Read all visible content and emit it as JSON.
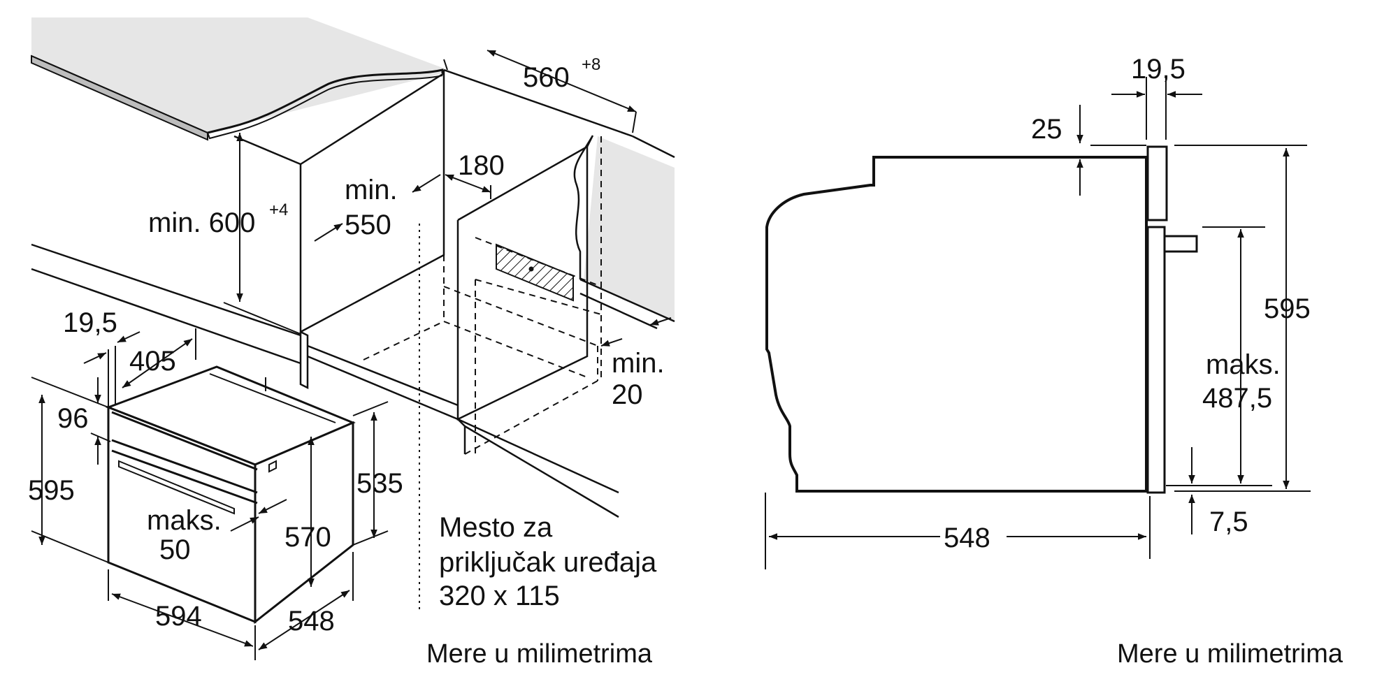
{
  "left_view": {
    "niche": {
      "depth_width": "560",
      "depth_width_tol": "+8",
      "height_prefix": "min. 600",
      "height_tol": "+4",
      "min_depth_a": "min.",
      "min_depth_b": "550",
      "gap_180": "180",
      "side_min_a": "min.",
      "side_min_b": "20"
    },
    "oven": {
      "panel_19_5": "19,5",
      "panel_405": "405",
      "panel_96": "96",
      "height_595": "595",
      "max_a": "maks.",
      "max_b": "50",
      "height_570": "570",
      "depth_535": "535",
      "width_594": "594",
      "depth_548": "548"
    },
    "connection_note": {
      "line1": "Mesto za",
      "line2": "priključak uređaja",
      "line3": "320 x 115"
    },
    "caption": "Mere u milimetrima"
  },
  "right_view": {
    "dim_19_5": "19,5",
    "dim_25": "25",
    "dim_595": "595",
    "max_a": "maks.",
    "max_b": "487,5",
    "dim_7_5": "7,5",
    "dim_548": "548",
    "caption": "Mere u milimetrima"
  }
}
